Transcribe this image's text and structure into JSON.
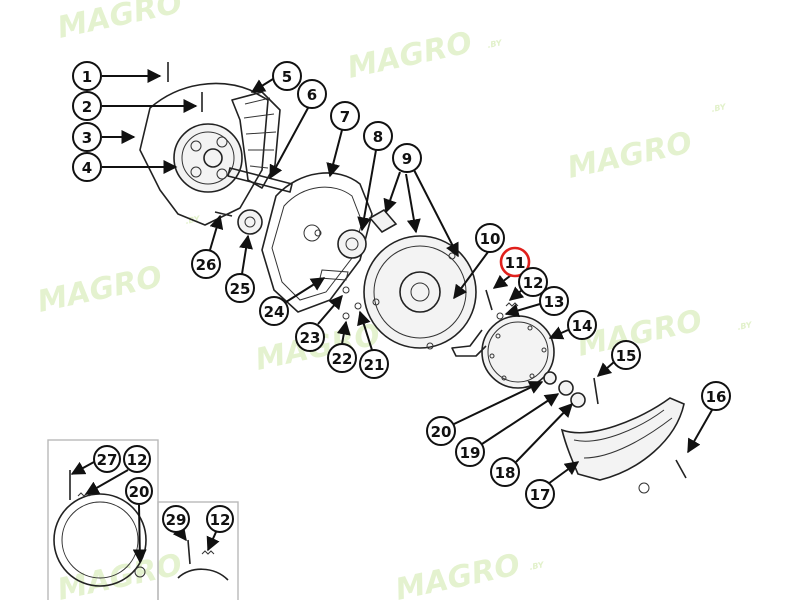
{
  "diagram": {
    "watermark_text": "MAGRO",
    "watermark_suffix": ".BY",
    "highlight_color": "#e0201c",
    "callouts": [
      {
        "id": "c1",
        "label": "1"
      },
      {
        "id": "c2",
        "label": "2"
      },
      {
        "id": "c3",
        "label": "3"
      },
      {
        "id": "c4",
        "label": "4"
      },
      {
        "id": "c5",
        "label": "5"
      },
      {
        "id": "c6",
        "label": "6"
      },
      {
        "id": "c7",
        "label": "7"
      },
      {
        "id": "c8",
        "label": "8"
      },
      {
        "id": "c9",
        "label": "9"
      },
      {
        "id": "c10",
        "label": "10"
      },
      {
        "id": "c11",
        "label": "11",
        "highlighted": true
      },
      {
        "id": "c12",
        "label": "12"
      },
      {
        "id": "c13",
        "label": "13"
      },
      {
        "id": "c14",
        "label": "14"
      },
      {
        "id": "c15",
        "label": "15"
      },
      {
        "id": "c16",
        "label": "16"
      },
      {
        "id": "c17",
        "label": "17"
      },
      {
        "id": "c18",
        "label": "18"
      },
      {
        "id": "c19",
        "label": "19"
      },
      {
        "id": "c20",
        "label": "20"
      },
      {
        "id": "c21",
        "label": "21"
      },
      {
        "id": "c22",
        "label": "22"
      },
      {
        "id": "c23",
        "label": "23"
      },
      {
        "id": "c24",
        "label": "24"
      },
      {
        "id": "c25",
        "label": "25"
      },
      {
        "id": "c26",
        "label": "26"
      }
    ],
    "inset_a": {
      "callouts": [
        {
          "id": "a27",
          "label": "27"
        },
        {
          "id": "a12",
          "label": "12"
        },
        {
          "id": "a20",
          "label": "20"
        }
      ]
    },
    "inset_b": {
      "callouts": [
        {
          "id": "b29",
          "label": "29"
        },
        {
          "id": "b12",
          "label": "12"
        }
      ]
    }
  }
}
